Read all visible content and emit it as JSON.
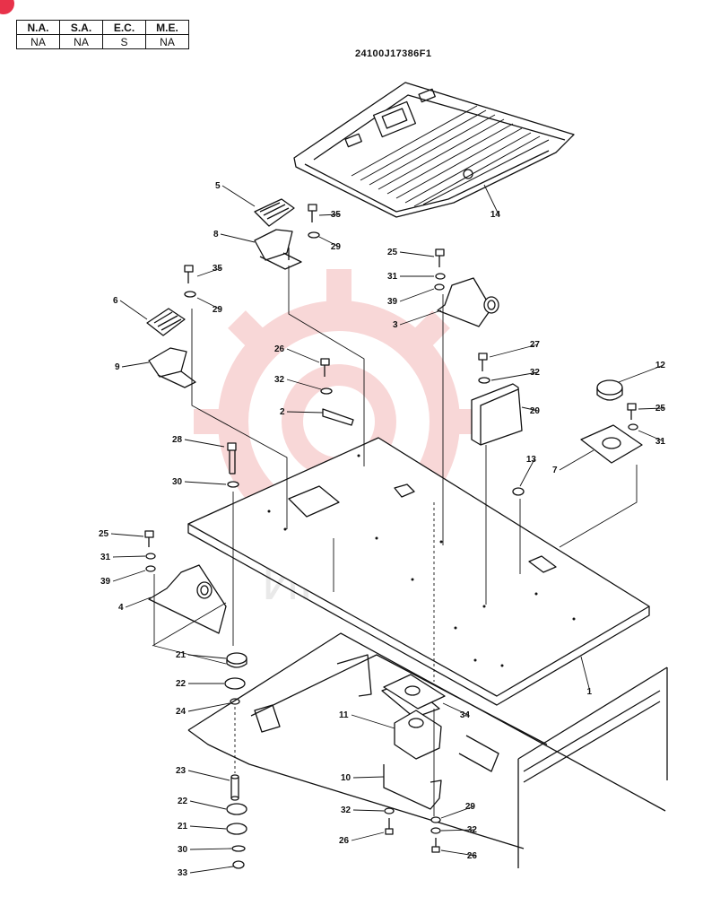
{
  "badge": {
    "text": "",
    "color": "#e8324a"
  },
  "availability_table": {
    "headers": [
      "N.A.",
      "S.A.",
      "E.C.",
      "M.E."
    ],
    "values": [
      "NA",
      "NA",
      "S",
      "NA"
    ]
  },
  "drawing_id": "24100J17386F1",
  "watermark": {
    "text": "ИНТЕХ",
    "color": "#f4b8b8"
  },
  "callouts": [
    {
      "id": "c5",
      "label": "5"
    },
    {
      "id": "c8",
      "label": "8"
    },
    {
      "id": "c35a",
      "label": "35"
    },
    {
      "id": "c29a",
      "label": "29"
    },
    {
      "id": "c35b",
      "label": "35"
    },
    {
      "id": "c29b",
      "label": "29"
    },
    {
      "id": "c6",
      "label": "6"
    },
    {
      "id": "c9",
      "label": "9"
    },
    {
      "id": "c14",
      "label": "14"
    },
    {
      "id": "c25a",
      "label": "25"
    },
    {
      "id": "c31a",
      "label": "31"
    },
    {
      "id": "c39a",
      "label": "39"
    },
    {
      "id": "c3",
      "label": "3"
    },
    {
      "id": "c26a",
      "label": "26"
    },
    {
      "id": "c32a",
      "label": "32"
    },
    {
      "id": "c2",
      "label": "2"
    },
    {
      "id": "c27",
      "label": "27"
    },
    {
      "id": "c32b",
      "label": "32"
    },
    {
      "id": "c20",
      "label": "20"
    },
    {
      "id": "c12",
      "label": "12"
    },
    {
      "id": "c25b",
      "label": "25"
    },
    {
      "id": "c31b",
      "label": "31"
    },
    {
      "id": "c7",
      "label": "7"
    },
    {
      "id": "c13",
      "label": "13"
    },
    {
      "id": "c28",
      "label": "28"
    },
    {
      "id": "c30a",
      "label": "30"
    },
    {
      "id": "c25c",
      "label": "25"
    },
    {
      "id": "c31c",
      "label": "31"
    },
    {
      "id": "c39b",
      "label": "39"
    },
    {
      "id": "c4",
      "label": "4"
    },
    {
      "id": "c1",
      "label": "1"
    },
    {
      "id": "c21a",
      "label": "21"
    },
    {
      "id": "c22a",
      "label": "22"
    },
    {
      "id": "c24",
      "label": "24"
    },
    {
      "id": "c34",
      "label": "34"
    },
    {
      "id": "c11",
      "label": "11"
    },
    {
      "id": "c10",
      "label": "10"
    },
    {
      "id": "c23",
      "label": "23"
    },
    {
      "id": "c22b",
      "label": "22"
    },
    {
      "id": "c21b",
      "label": "21"
    },
    {
      "id": "c30b",
      "label": "30"
    },
    {
      "id": "c33",
      "label": "33"
    },
    {
      "id": "c32c",
      "label": "32"
    },
    {
      "id": "c26b",
      "label": "26"
    },
    {
      "id": "c29c",
      "label": "29"
    },
    {
      "id": "c32d",
      "label": "32"
    },
    {
      "id": "c26c",
      "label": "26"
    }
  ]
}
